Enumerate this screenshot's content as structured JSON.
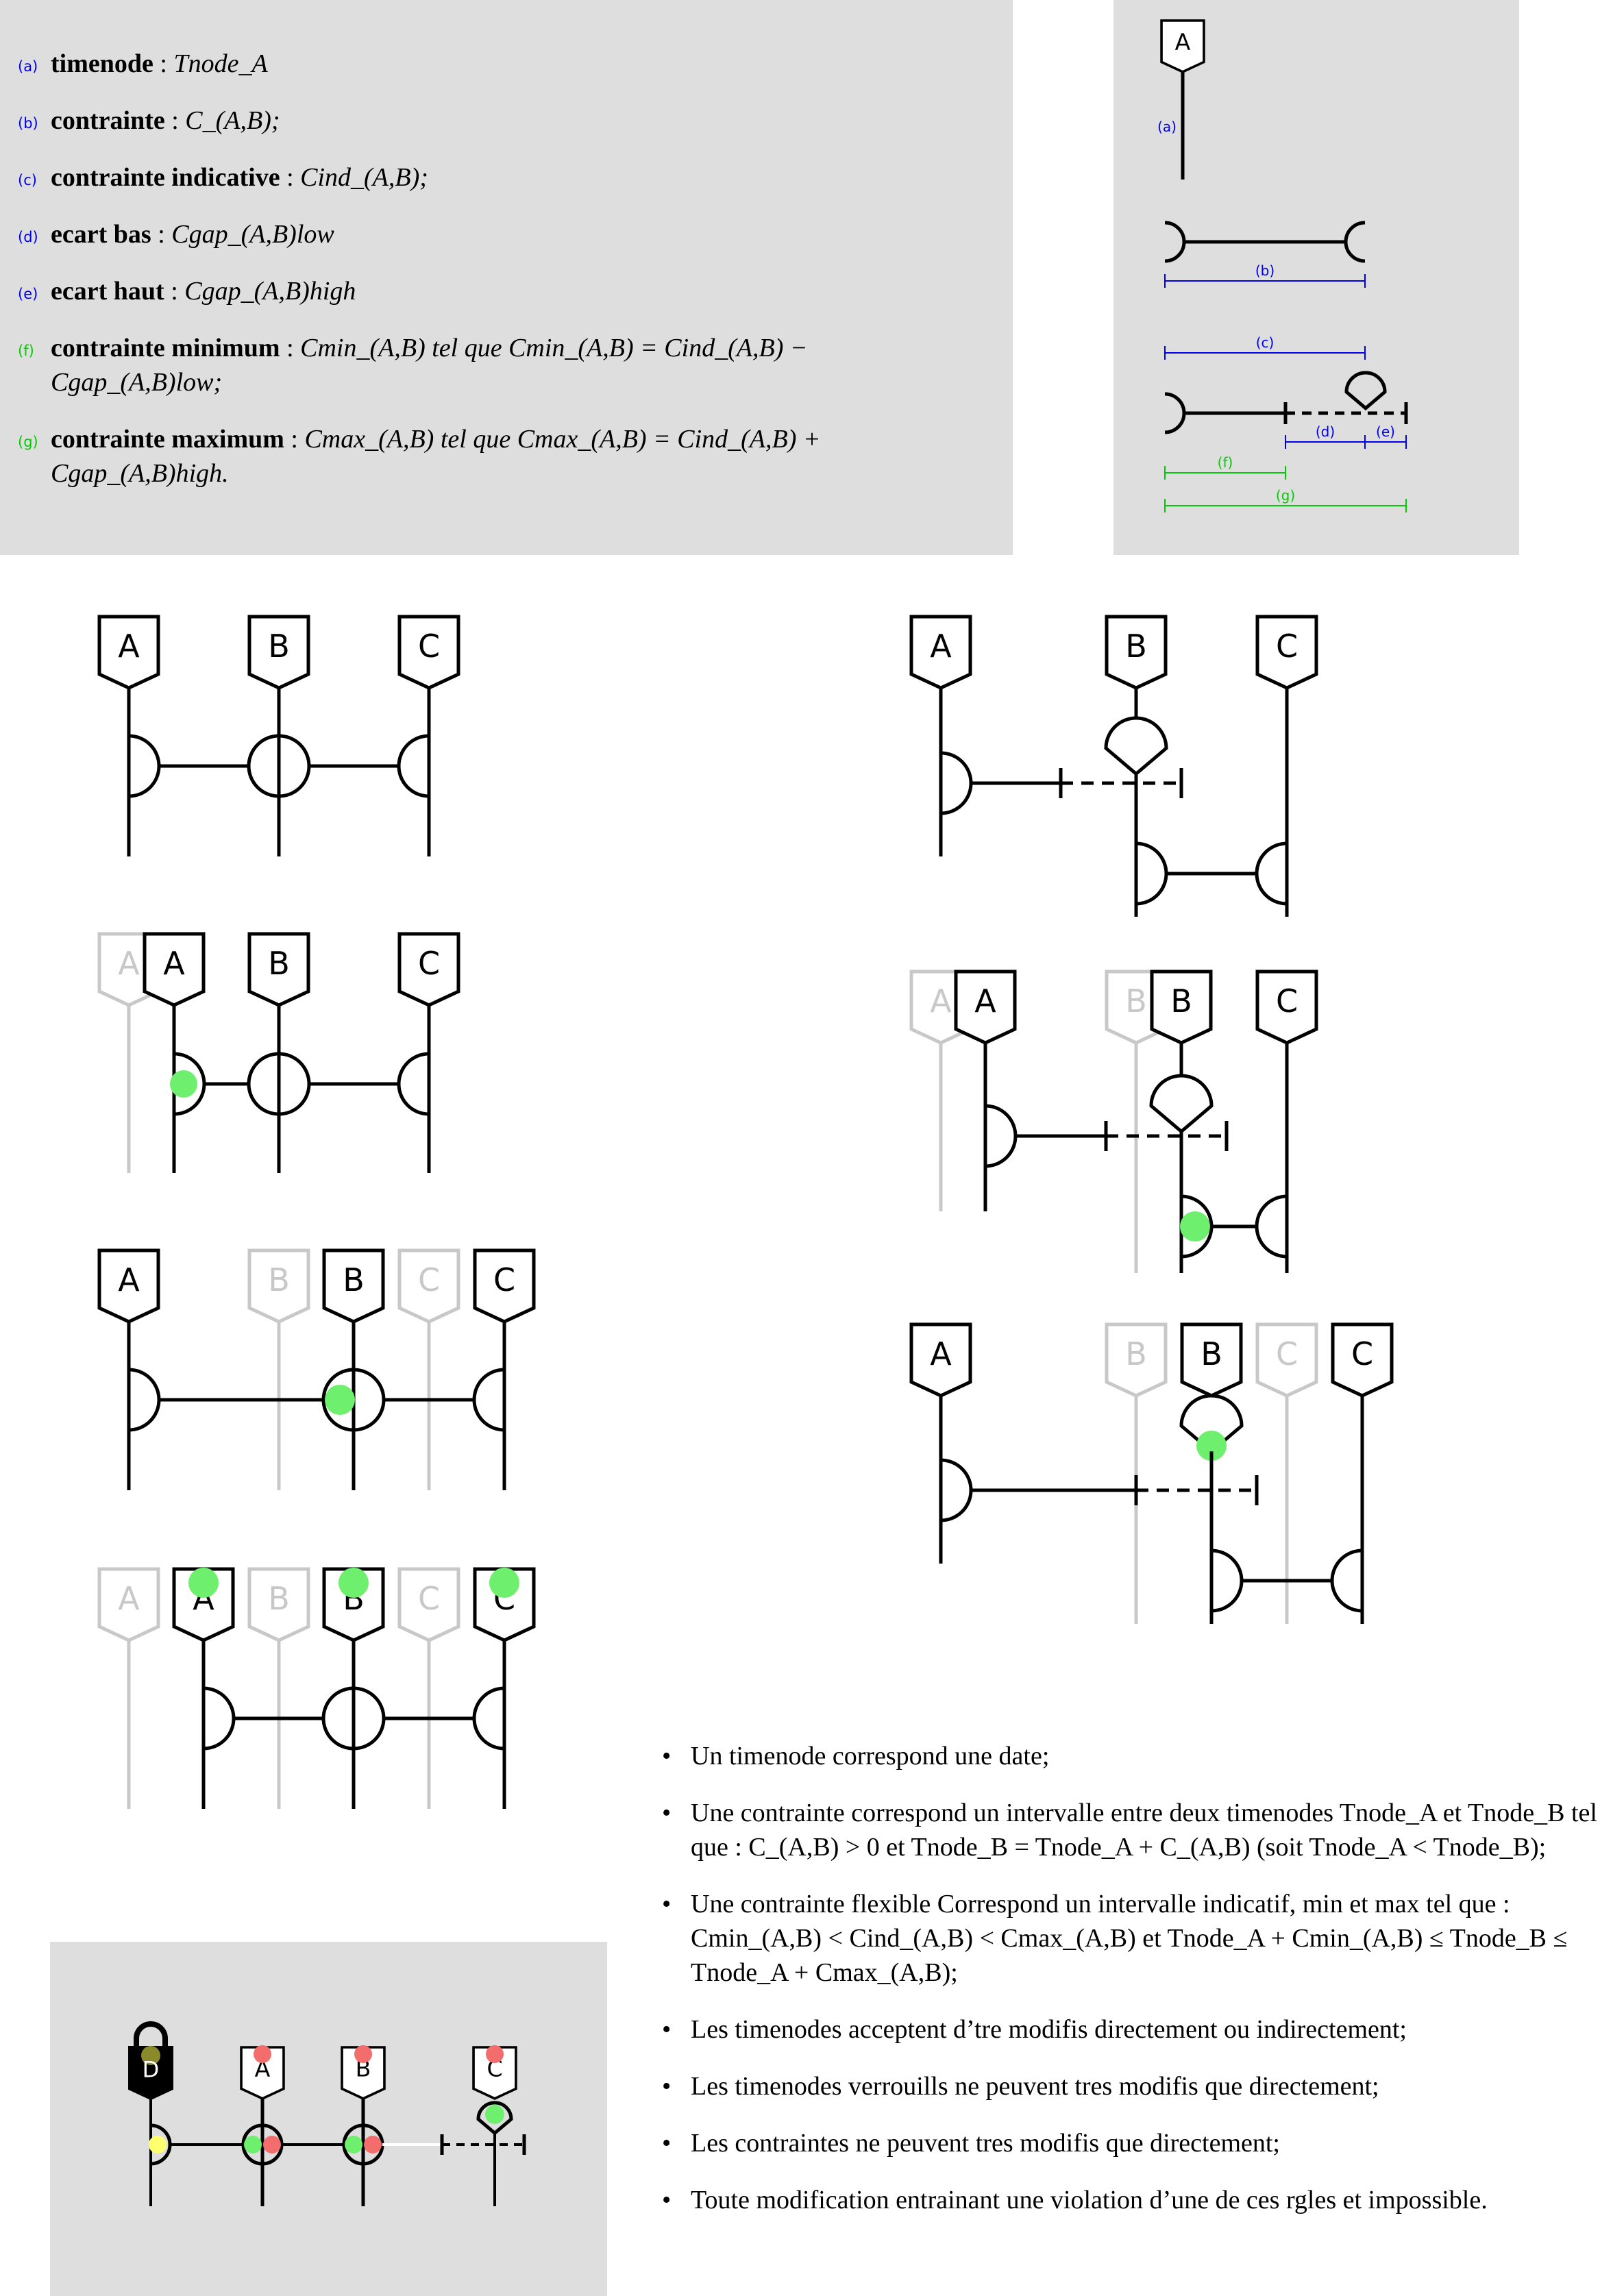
{
  "definitions": [
    {
      "tag": "(a)",
      "term": "timenode",
      "formula": "Tnode_A",
      "tag_color": "#0000ee"
    },
    {
      "tag": "(b)",
      "term": "contrainte",
      "formula": "C_(A,B);",
      "tag_color": "#0000ee"
    },
    {
      "tag": "(c)",
      "term": "contrainte indicative",
      "formula": "Cind_(A,B);",
      "tag_color": "#0000ee"
    },
    {
      "tag": "(d)",
      "term": "ecart bas",
      "formula": "Cgap_(A,B)low",
      "tag_color": "#0000ee"
    },
    {
      "tag": "(e)",
      "term": "ecart haut",
      "formula": "Cgap_(A,B)high",
      "tag_color": "#0000ee"
    },
    {
      "tag": "(f)",
      "term": "contrainte minimum",
      "formula": "Cmin_(A,B) tel que Cmin_(A,B) = Cind_(A,B) − Cgap_(A,B)low;",
      "tag_color": "#00cc00"
    },
    {
      "tag": "(g)",
      "term": "contrainte maximum",
      "formula": "Cmax_(A,B) tel que Cmax_(A,B) = Cind_(A,B) + Cgap_(A,B)high.",
      "tag_color": "#00cc00"
    }
  ],
  "sample": {
    "node_label": "A",
    "labels": {
      "a": "(a)",
      "b": "(b)",
      "c": "(c)",
      "d": "(d)",
      "e": "(e)",
      "f": "(f)",
      "g": "(g)"
    }
  },
  "nodes": {
    "a": "A",
    "b": "B",
    "c": "C",
    "d": "D"
  },
  "colors": {
    "active": "#000000",
    "ghost": "#c8c8c8",
    "green": "#6ef06e",
    "red": "#f36d6d",
    "yellow": "#ffff70",
    "olive": "#8a8a2a",
    "blue": "#0000ee",
    "bright_green": "#00cc00",
    "panel": "#dedede"
  },
  "rules": [
    "Un timenode correspond  une date;",
    "Une contrainte correspond  un intervalle entre deux timenodes Tnode_A et Tnode_B tel que : C_(A,B) > 0 et Tnode_B = Tnode_A + C_(A,B) (soit Tnode_A < Tnode_B);",
    "Une contrainte flexible Correspond  un intervalle indicatif, min et max tel que : Cmin_(A,B) < Cind_(A,B) < Cmax_(A,B) et Tnode_A + Cmin_(A,B) ≤ Tnode_B ≤ Tnode_A + Cmax_(A,B);",
    "Les timenodes acceptent d’tre modifis directement ou indirectement;",
    "Les timenodes verrouills ne peuvent tres modifis que directement;",
    "Les contraintes ne peuvent tres modifis que directement;",
    "Toute modification entrainant une violation d’une de ces rgles et impossible."
  ]
}
